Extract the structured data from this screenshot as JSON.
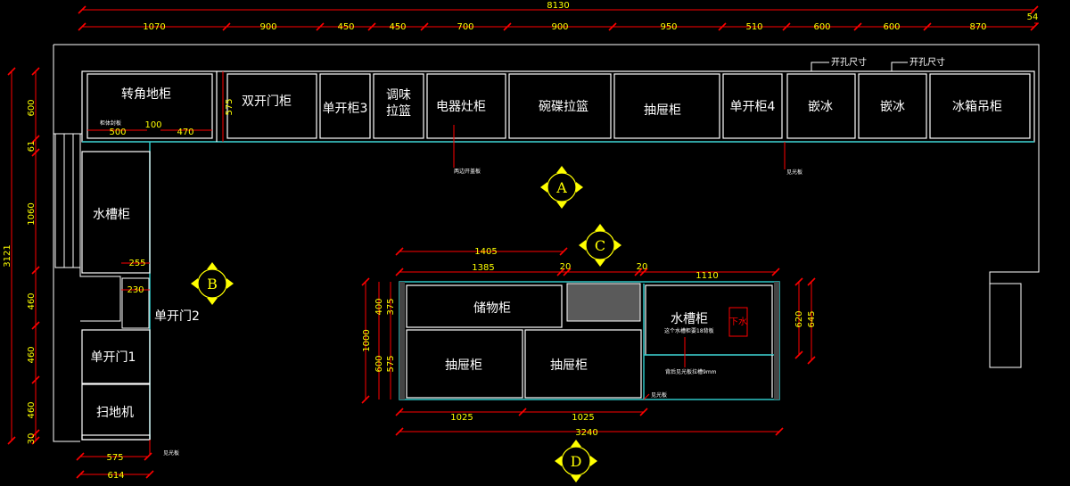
{
  "top_dims": {
    "total": "8130",
    "right_extra": "54",
    "segments": [
      "1070",
      "900",
      "450",
      "450",
      "700",
      "900",
      "950",
      "510",
      "600",
      "600",
      "870"
    ]
  },
  "left_dims": {
    "total": "3121",
    "segments": [
      "600",
      "61",
      "1060",
      "460",
      "460",
      "460",
      "30"
    ]
  },
  "upper_cabinets": [
    "转角地柜",
    "双开门柜",
    "单开柜3",
    "调味",
    "拉篮",
    "电器灶柜",
    "碗碟拉篮",
    "抽屉柜",
    "单开柜4",
    "嵌冰",
    "嵌冰",
    "冰箱吊柜"
  ],
  "corner_sub": {
    "note": "柜体封板",
    "d500": "500",
    "d100": "100",
    "d470": "470"
  },
  "side_575": "575",
  "hole_label_1": "开孔尺寸",
  "hole_label_2": "开孔尺寸",
  "note_a": "两边开盖板",
  "note_a2": "见光板",
  "left_cabinets": [
    "水槽柜",
    "单开门1",
    "扫地机"
  ],
  "left_small": {
    "d255": "255",
    "d230": "230"
  },
  "door_label": "单开门2",
  "bottom_left": {
    "d575": "575",
    "d614": "614",
    "note": "见光板"
  },
  "view_labels": [
    "A",
    "B",
    "C",
    "D"
  ],
  "island": {
    "d1405": "1405",
    "d1385": "1385",
    "d20a": "20",
    "d20b": "20",
    "d1110": "1110",
    "cabinets": [
      "储物柜",
      "抽屉柜",
      "抽屉柜",
      "水槽柜"
    ],
    "sink_note": "这个水槽柜要18背板",
    "drain": "下水",
    "back_note": "背后见光板拉槽9mm",
    "side_note": "见光板",
    "left_dims": [
      "1000",
      "400",
      "375",
      "600",
      "575"
    ],
    "right_dims": [
      "620",
      "645"
    ],
    "bottom_dims": [
      "1025",
      "1025",
      "3240"
    ]
  }
}
